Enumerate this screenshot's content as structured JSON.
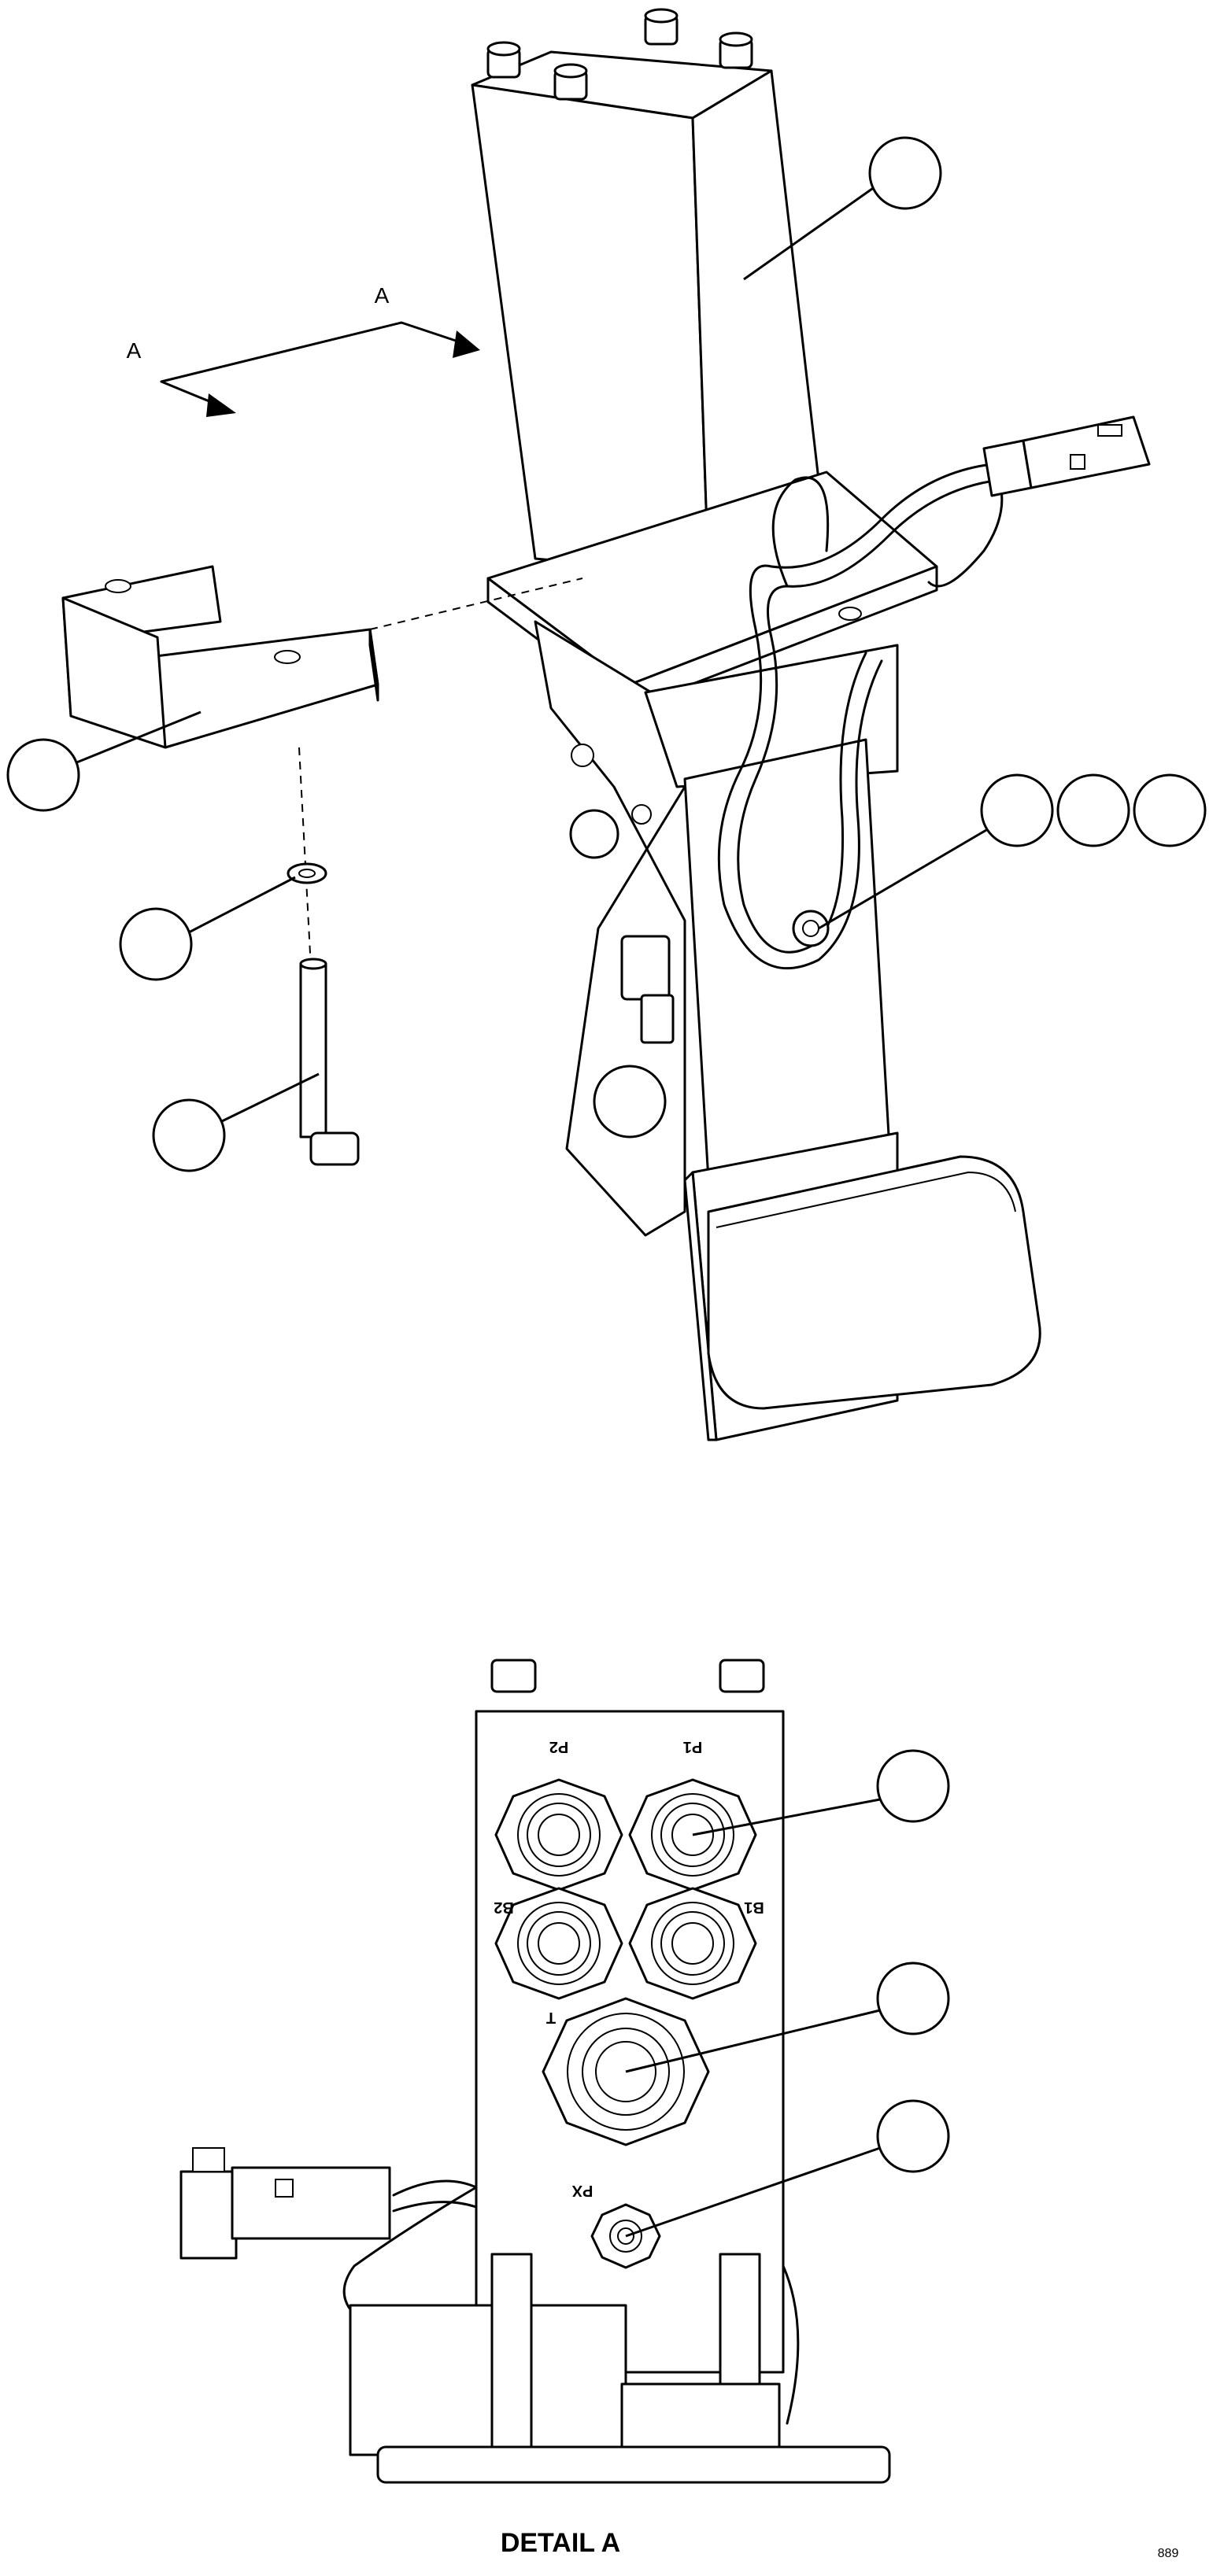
{
  "view_arrow_labels": [
    "A",
    "A"
  ],
  "port_labels": {
    "p1": "P1",
    "p2": "P2",
    "b1": "B1",
    "b2": "B2",
    "t": "T",
    "px": "PX"
  },
  "detail_caption": "DETAIL A",
  "reference_code": "889"
}
